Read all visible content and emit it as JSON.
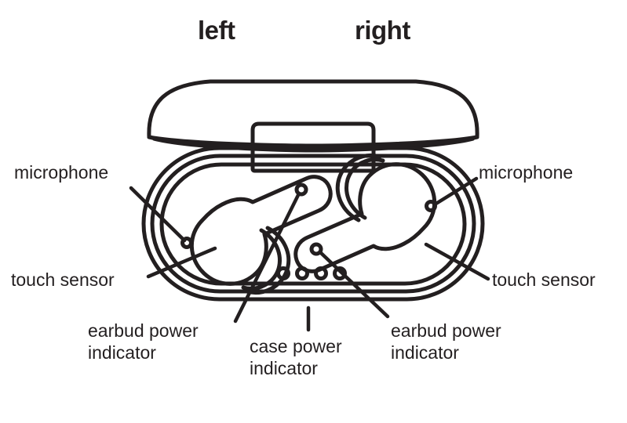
{
  "figure": {
    "title_left": "left",
    "title_right": "right",
    "subject": "wireless earbuds charging case, lid open, top view",
    "stroke_color": "#231f20",
    "background_color": "#ffffff"
  },
  "headings": {
    "left": "left",
    "right": "right"
  },
  "callouts": {
    "microphone_left": {
      "text": "microphone",
      "target": "left-earbud-microphone-port"
    },
    "touch_sensor_left": {
      "text": "touch sensor",
      "target": "left-earbud-touch-area"
    },
    "microphone_right": {
      "text": "microphone",
      "target": "right-earbud-microphone-port"
    },
    "touch_sensor_right": {
      "text": "touch sensor",
      "target": "right-earbud-touch-area"
    },
    "earbud_power_left": {
      "line1": "earbud power",
      "line2": "indicator",
      "target": "left-earbud-led"
    },
    "case_power": {
      "line1": "case power",
      "line2": "indicator",
      "target": "case-led-row"
    },
    "earbud_power_right": {
      "line1": "earbud power",
      "line2": "indicator",
      "target": "right-earbud-led"
    }
  },
  "case": {
    "led_count": 4,
    "earbud_count": 2,
    "lid_state": "open",
    "outline_rings": 3
  }
}
